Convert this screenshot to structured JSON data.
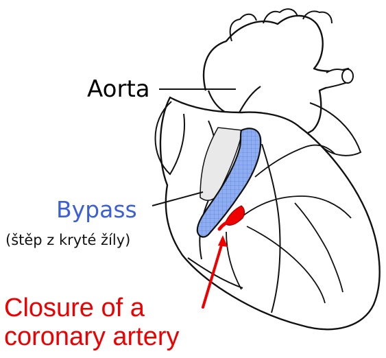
{
  "labels": {
    "aorta": "Aorta",
    "bypass": "Bypass",
    "bypass_note": "(štěp z kryté žíly)",
    "closure_line1": "Closure of a",
    "closure_line2": "coronary artery"
  },
  "colors": {
    "bypass_text": "#3a5fd8",
    "bypass_graft": "#8faef2",
    "closure_text": "#ee0000",
    "occlusion": "#ee0000",
    "outline": "#111111",
    "background": "#ffffff",
    "note_text": "#111111"
  }
}
